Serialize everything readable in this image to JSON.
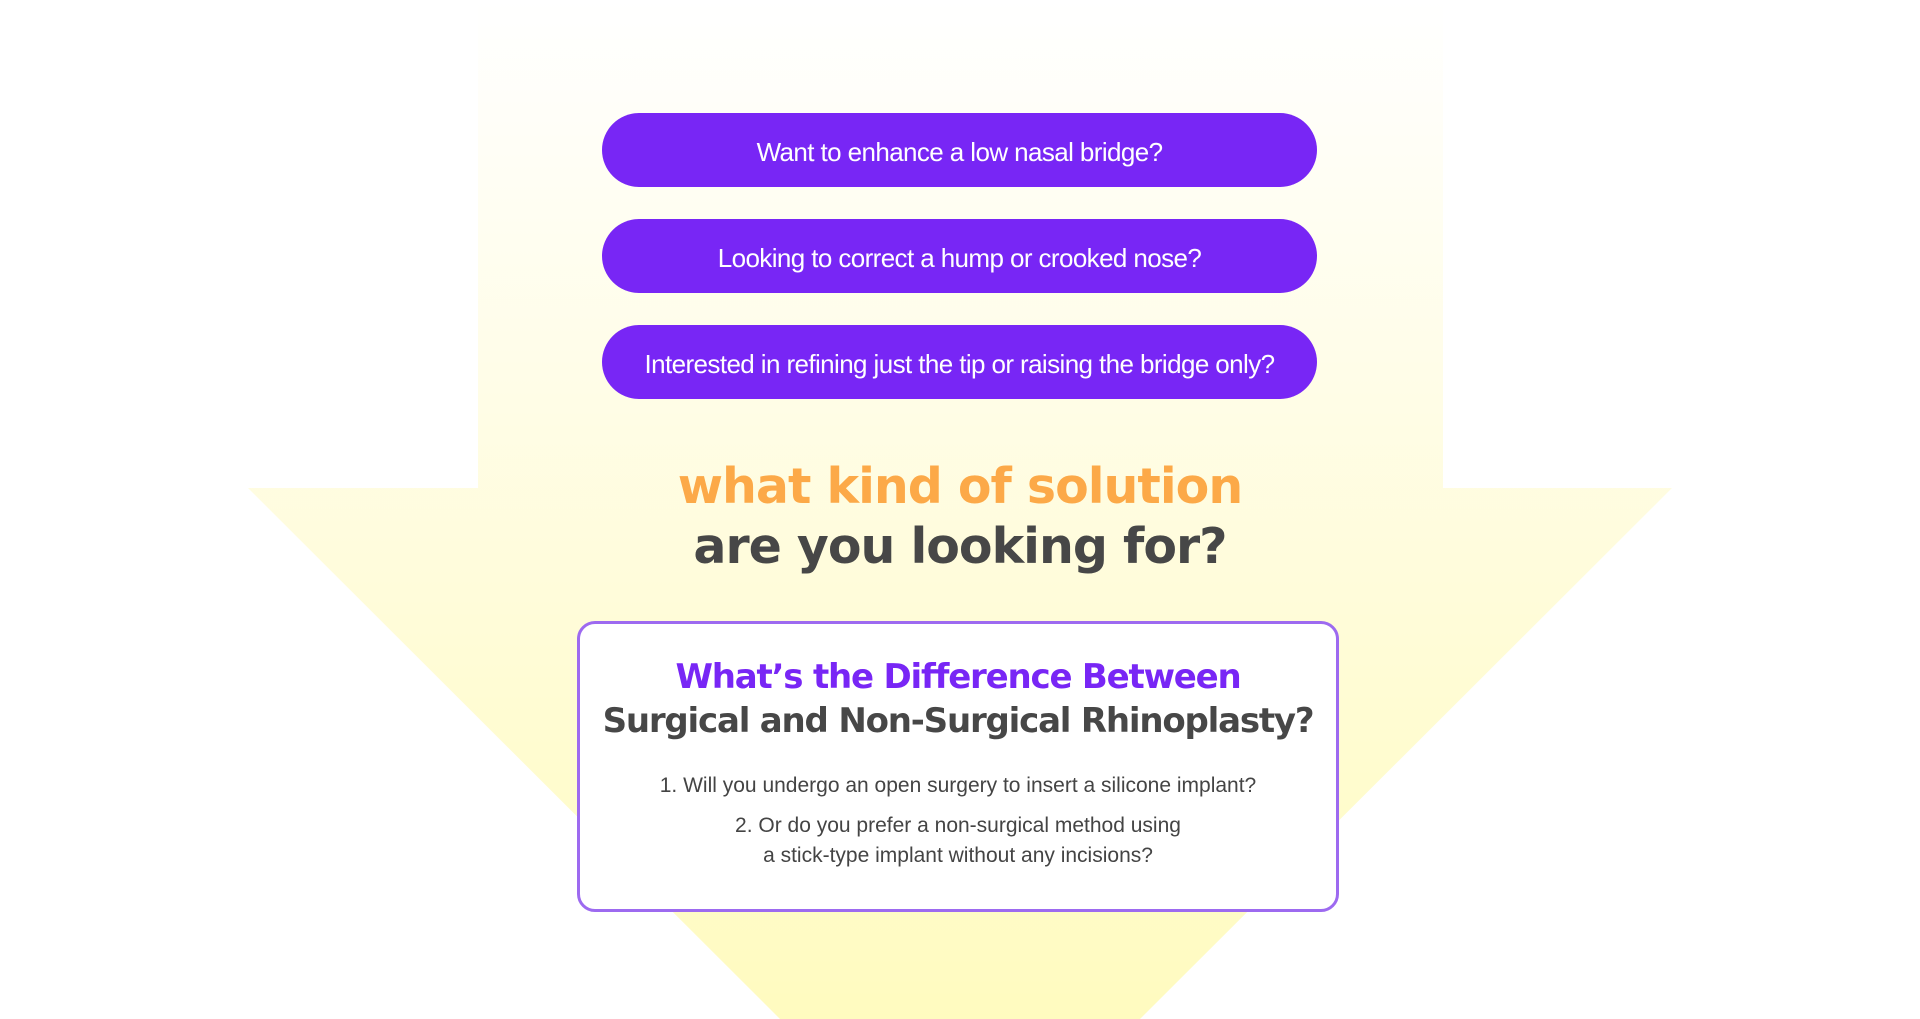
{
  "colors": {
    "accent_purple": "#7826f5",
    "headline_orange": "#fca948",
    "text_dark": "#474747",
    "card_border": "#9d6af0",
    "arrow_yellow": "#fffbc4"
  },
  "questions": [
    {
      "label": "Want to enhance a low nasal bridge?"
    },
    {
      "label": "Looking to correct a hump or crooked nose?"
    },
    {
      "label": "Interested in refining just the tip or raising the bridge only?"
    }
  ],
  "headline": {
    "line1": "what kind of solution",
    "line2": "are you looking for?"
  },
  "card": {
    "title_line1": "What’s the Difference Between",
    "title_line2": "Surgical and Non-Surgical Rhinoplasty?",
    "item1": "1. Will you undergo an open surgery to insert a silicone implant?",
    "item2_line1": "2. Or do you prefer a non-surgical method using",
    "item2_line2": "a stick-type implant without any incisions?"
  }
}
